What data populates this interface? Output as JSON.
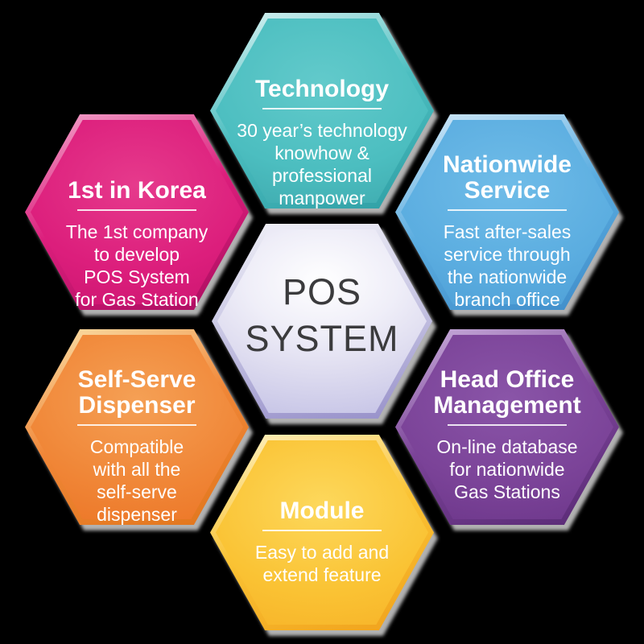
{
  "page": {
    "background_color": "#000000"
  },
  "center_hex": {
    "title": "POS\nSYSTEM",
    "text_color": "#3b3b3d",
    "fill_top": "#ffffff",
    "fill_bottom": "#c8c6e7"
  },
  "hexagons": [
    {
      "id": "technology",
      "title": "Technology",
      "body": "30 year’s technology\nknowhow &\nprofessional\nmanpower",
      "colors": {
        "light": "#62cacb",
        "base": "#4cbec0",
        "dark": "#3aa4a9",
        "bevel_light": "#e0f5f5",
        "bevel_dark": "#2e9ea4"
      }
    },
    {
      "id": "first-in-korea",
      "title": "1st in Korea",
      "body": "The 1st company\nto develop\nPOS System\nfor Gas Station",
      "colors": {
        "light": "#e63a8c",
        "base": "#dc1e7c",
        "dark": "#c6136c",
        "bevel_light": "#f3a8cd",
        "bevel_dark": "#a80d5f"
      }
    },
    {
      "id": "nationwide-service",
      "title": "Nationwide\nService",
      "body": "Fast after-sales\nservice through\nthe nationwide\nbranch office",
      "colors": {
        "light": "#6fbce8",
        "base": "#5bade0",
        "dark": "#4a9bd3",
        "bevel_light": "#d8ecfa",
        "bevel_dark": "#3e8bc8"
      }
    },
    {
      "id": "head-office-management",
      "title": "Head Office\nManagement",
      "body": "On-line database\nfor nationwide\nGas Stations",
      "colors": {
        "light": "#8a55a8",
        "base": "#7b4398",
        "dark": "#683386",
        "bevel_light": "#cdb3df",
        "bevel_dark": "#582974"
      }
    },
    {
      "id": "self-serve-dispenser",
      "title": "Self-Serve\nDispenser",
      "body": "Compatible\nwith all the\nself-serve\ndispenser",
      "colors": {
        "light": "#f5a055",
        "base": "#f08637",
        "dark": "#eb7122",
        "bevel_light": "#fbe3ac",
        "bevel_dark": "#e0761c"
      }
    },
    {
      "id": "module",
      "title": "Module",
      "body": "Easy to add and\nextend feature",
      "colors": {
        "light": "#fdd85c",
        "base": "#fac334",
        "dark": "#f6ae25",
        "bevel_light": "#fef3c8",
        "bevel_dark": "#f0a01b"
      }
    }
  ]
}
